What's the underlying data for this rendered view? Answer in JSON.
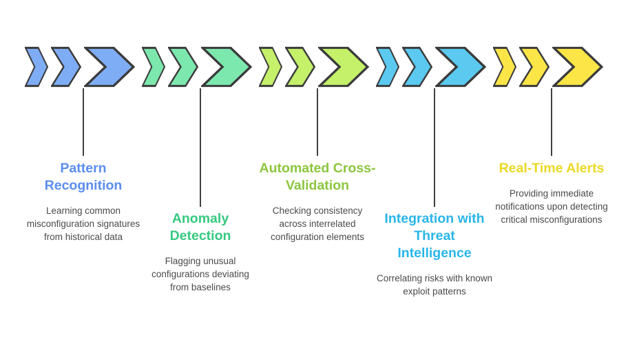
{
  "diagram": {
    "type": "chevron-process-flow",
    "orientation": "horizontal",
    "stage_count": 5,
    "background_color": "#ffffff",
    "connector_color": "#3f3f3f",
    "outline_color": "#3b3b3b",
    "body_text_color": "#4a4a4a",
    "stages": [
      {
        "index": 1,
        "title": "Pattern Recognition",
        "description": "Learning common misconfiguration signatures from historical data",
        "accent_color": "#5b8def",
        "chevron_fill": "#7fadf5",
        "title_color": "#5b8def",
        "position": "raised",
        "chevron_icons": [
          "chevron-arrow-small",
          "chevron-arrow-medium",
          "chevron-arrow-large"
        ]
      },
      {
        "index": 2,
        "title": "Anomaly Detection",
        "description": "Flagging unusual configurations deviating from baselines",
        "accent_color": "#35c97f",
        "chevron_fill": "#7de8ae",
        "title_color": "#35c97f",
        "position": "lowered",
        "chevron_icons": [
          "chevron-arrow-small",
          "chevron-arrow-medium",
          "chevron-arrow-large"
        ]
      },
      {
        "index": 3,
        "title": "Automated Cross-Validation",
        "description": "Checking consistency across interrelated configuration elements",
        "accent_color": "#8cc63f",
        "chevron_fill": "#c4f06a",
        "title_color": "#8cc63f",
        "position": "raised",
        "chevron_icons": [
          "chevron-arrow-small",
          "chevron-arrow-medium",
          "chevron-arrow-large"
        ]
      },
      {
        "index": 4,
        "title": "Integration with Threat Intelligence",
        "description": "Correlating risks with known exploit patterns",
        "accent_color": "#29b6e8",
        "chevron_fill": "#5bc9f0",
        "title_color": "#29b6e8",
        "position": "lowered",
        "chevron_icons": [
          "chevron-arrow-small",
          "chevron-arrow-medium",
          "chevron-arrow-large"
        ]
      },
      {
        "index": 5,
        "title": "Real-Time Alerts",
        "description": "Providing immediate notifications upon detecting critical misconfigurations",
        "accent_color": "#ecd925",
        "chevron_fill": "#fce546",
        "title_color": "#ecd925",
        "position": "raised",
        "chevron_icons": [
          "chevron-arrow-small",
          "chevron-arrow-medium",
          "chevron-arrow-large"
        ]
      }
    ]
  }
}
